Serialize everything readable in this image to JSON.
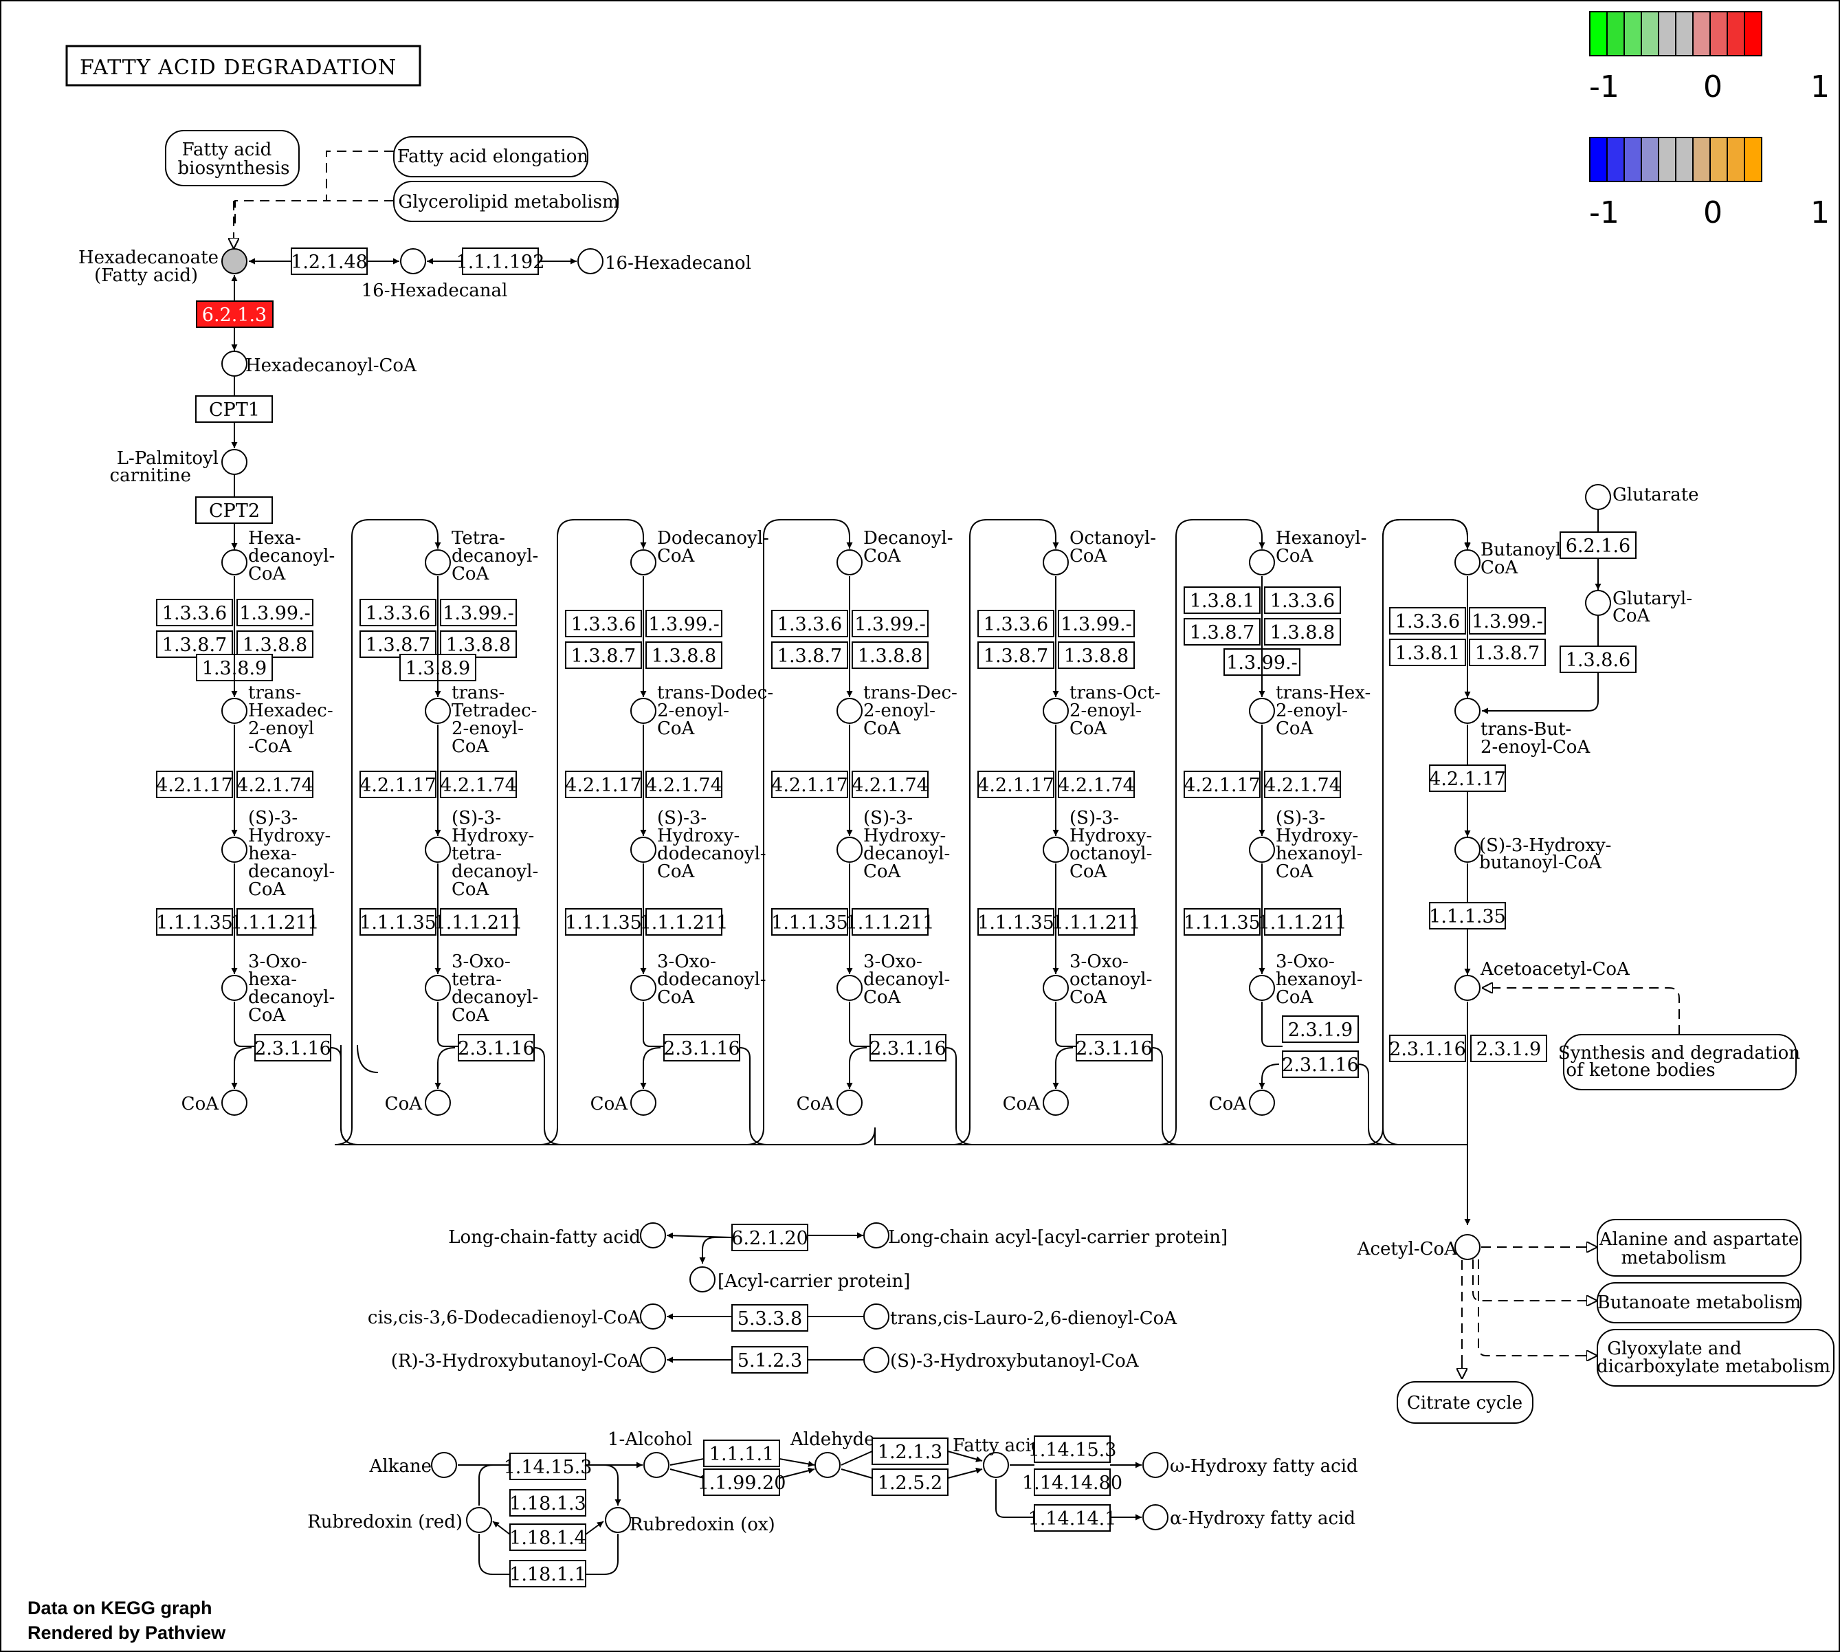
{
  "title": "FATTY ACID DEGRADATION",
  "colors": {
    "highlight": "#ff1a1a",
    "gray_node": "#bfbfbf"
  },
  "legend": {
    "scale1": {
      "colors": [
        "#00ff00",
        "#30e030",
        "#60e060",
        "#90d890",
        "#c0c0c0",
        "#c0c0c0",
        "#e09090",
        "#e86060",
        "#f03030",
        "#ff0000"
      ],
      "labels": [
        "-1",
        "0",
        "1"
      ]
    },
    "scale2": {
      "colors": [
        "#0000ff",
        "#3030f0",
        "#6060e0",
        "#9090d0",
        "#c0c0c0",
        "#c0c0c0",
        "#d8b080",
        "#e8b050",
        "#f0a830",
        "#ffa500"
      ],
      "labels": [
        "-1",
        "0",
        "1"
      ]
    }
  },
  "footer": {
    "line1": "Data on KEGG graph",
    "line2": "Rendered by Pathview"
  },
  "map_links": {
    "fatty_acid_biosynthesis": [
      "Fatty acid",
      "biosynthesis"
    ],
    "fatty_acid_elongation": "Fatty acid elongation",
    "glycerolipid": "Glycerolipid metabolism",
    "ketone_bodies": [
      "Synthesis and degradation",
      "of ketone bodies"
    ],
    "alanine": [
      "Alanine and aspartate",
      "metabolism"
    ],
    "butanoate": "Butanoate metabolism",
    "glyoxylate": [
      "Glyoxylate and",
      "dicarboxylate metabolism"
    ],
    "citrate": "Citrate cycle"
  },
  "top": {
    "hexadecanoate": [
      "Hexadecanoate",
      "(Fatty acid)"
    ],
    "ec_12148": "1.2.1.48",
    "hexadecanal": "16-Hexadecanal",
    "ec_111192": "1.1.1.192",
    "hexadecanol": "16-Hexadecanol",
    "ec_6213": "6.2.1.3",
    "hexadecanoyl_coa": "Hexadecanoyl-CoA",
    "cpt1": "CPT1",
    "palmitoyl": [
      "L-Palmitoyl",
      "carnitine"
    ],
    "cpt2": "CPT2"
  },
  "common_ec": {
    "e1336": "1.3.3.6",
    "e1399": "1.3.99.-",
    "e1387": "1.3.8.7",
    "e1388": "1.3.8.8",
    "e1389": "1.3.8.9",
    "e1381": "1.3.8.1",
    "e42117": "4.2.1.17",
    "e42174": "4.2.1.74",
    "e11135": "1.1.1.35",
    "e111211": "1.1.1.211",
    "e23116": "2.3.1.16",
    "e2319": "2.3.1.9",
    "coa": "CoA"
  },
  "columns": [
    {
      "acyl": [
        "Hexa-",
        "decanoyl-",
        "CoA"
      ],
      "enoyl": [
        "trans-",
        "Hexadec-",
        "2-enoyl",
        "-CoA"
      ],
      "hydroxy": [
        "(S)-3-",
        "Hydroxy-",
        "hexa-",
        "decanoyl-",
        "CoA"
      ],
      "oxo": [
        "3-Oxo-",
        "hexa-",
        "decanoyl-",
        "CoA"
      ]
    },
    {
      "acyl": [
        "Tetra-",
        "decanoyl-",
        "CoA"
      ],
      "enoyl": [
        "trans-",
        "Tetradec-",
        "2-enoyl-",
        "CoA"
      ],
      "hydroxy": [
        "(S)-3-",
        "Hydroxy-",
        "tetra-",
        "decanoyl-",
        "CoA"
      ],
      "oxo": [
        "3-Oxo-",
        "tetra-",
        "decanoyl-",
        "CoA"
      ]
    },
    {
      "acyl": [
        "Dodecanoyl-",
        "CoA"
      ],
      "enoyl": [
        "trans-Dodec-",
        "2-enoyl-",
        "CoA"
      ],
      "hydroxy": [
        "(S)-3-",
        "Hydroxy-",
        "dodecanoyl-",
        "CoA"
      ],
      "oxo": [
        "3-Oxo-",
        "dodecanoyl-",
        "CoA"
      ]
    },
    {
      "acyl": [
        "Decanoyl-",
        "CoA"
      ],
      "enoyl": [
        "trans-Dec-",
        "2-enoyl-",
        "CoA"
      ],
      "hydroxy": [
        "(S)-3-",
        "Hydroxy-",
        "decanoyl-",
        "CoA"
      ],
      "oxo": [
        "3-Oxo-",
        "decanoyl-",
        "CoA"
      ]
    },
    {
      "acyl": [
        "Octanoyl-",
        "CoA"
      ],
      "enoyl": [
        "trans-Oct-",
        "2-enoyl-",
        "CoA"
      ],
      "hydroxy": [
        "(S)-3-",
        "Hydroxy-",
        "octanoyl-",
        "CoA"
      ],
      "oxo": [
        "3-Oxo-",
        "octanoyl-",
        "CoA"
      ]
    },
    {
      "acyl": [
        "Hexanoyl-",
        "CoA"
      ],
      "enoyl": [
        "trans-Hex-",
        "2-enoyl-",
        "CoA"
      ],
      "hydroxy": [
        "(S)-3-",
        "Hydroxy-",
        "hexanoyl-",
        "CoA"
      ],
      "oxo": [
        "3-Oxo-",
        "hexanoyl-",
        "CoA"
      ]
    }
  ],
  "butanoyl": {
    "glutarate": "Glutarate",
    "ec_6216": "6.2.1.6",
    "glutaryl": [
      "Glutaryl-",
      "CoA"
    ],
    "ec_1386": "1.3.8.6",
    "butanoyl": [
      "Butanoyl-",
      "CoA"
    ],
    "trans_but": [
      "trans-But-",
      "2-enoyl-CoA"
    ],
    "hydroxy": [
      "(S)-3-Hydroxy-",
      "butanoyl-CoA"
    ],
    "acetoacetyl": "Acetoacetyl-CoA",
    "acetyl": "Acetyl-CoA"
  },
  "misc": {
    "longchain_fa": "Long-chain-fatty acid",
    "ec_62120": "6.2.1.20",
    "longchain_acp": "Long-chain acyl-[acyl-carrier protein]",
    "acp": "[Acyl-carrier protein]",
    "dodecadienoyl": "cis,cis-3,6-Dodecadienoyl-CoA",
    "ec_5338": "5.3.3.8",
    "lauro": "trans,cis-Lauro-2,6-dienoyl-CoA",
    "r_hydroxy": "(R)-3-Hydroxybutanoyl-CoA",
    "ec_5123": "5.1.2.3",
    "s_hydroxy": "(S)-3-Hydroxybutanoyl-CoA"
  },
  "omega": {
    "alkane": "Alkane",
    "alcohol": "1-Alcohol",
    "aldehyde": "Aldehyde",
    "fatty_acid": "Fatty acid",
    "rub_red": "Rubredoxin (red)",
    "rub_ox": "Rubredoxin (ox)",
    "ec_114153": "1.14.15.3",
    "ec_11813": "1.18.1.3",
    "ec_11814": "1.18.1.4",
    "ec_11811": "1.18.1.1",
    "ec_1111": "1.1.1.1",
    "ec_119920": "1.1.99.20",
    "ec_1213": "1.2.1.3",
    "ec_1252": "1.2.5.2",
    "ec_114153b": "1.14.15.3",
    "ec_1141480": "1.14.14.80",
    "ec_114141": "1.14.14.1",
    "omega_ha": "ω-Hydroxy fatty acid",
    "alpha_ha": "α-Hydroxy fatty acid"
  }
}
